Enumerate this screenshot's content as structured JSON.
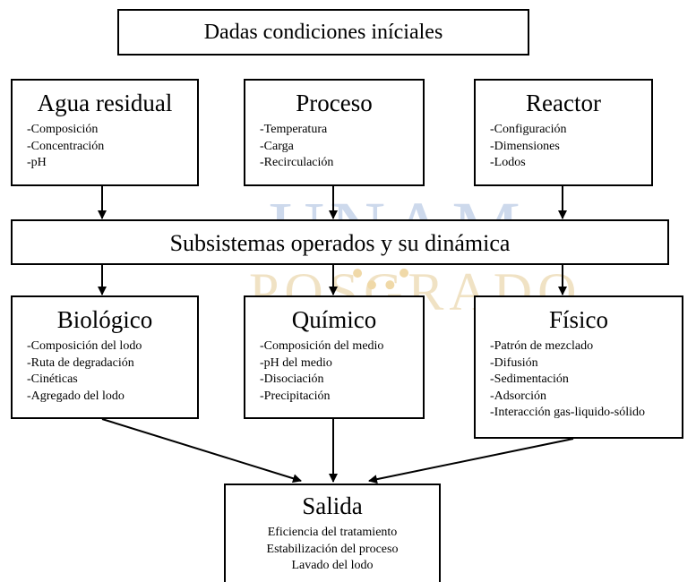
{
  "top_box": {
    "text": "Dadas condiciones iníciales"
  },
  "agua": {
    "title": "Agua residual",
    "items": [
      "-Composición",
      "-Concentración",
      "-pH"
    ]
  },
  "proceso": {
    "title": "Proceso",
    "items": [
      "-Temperatura",
      "-Carga",
      "-Recirculación"
    ]
  },
  "reactor": {
    "title": "Reactor",
    "items": [
      "-Configuración",
      "-Dimensiones",
      "-Lodos"
    ]
  },
  "subsistemas": {
    "text": "Subsistemas operados y su dinámica"
  },
  "biologico": {
    "title": "Biológico",
    "items": [
      "-Composición del lodo",
      "-Ruta de degradación",
      "-Cinéticas",
      "-Agregado del lodo"
    ]
  },
  "quimico": {
    "title": "Químico",
    "items": [
      "-Composición del medio",
      "-pH del medio",
      "-Disociación",
      "-Precipitación"
    ]
  },
  "fisico": {
    "title": "Físico",
    "items": [
      "-Patrón de mezclado",
      "-Difusión",
      "-Sedimentación",
      "-Adsorción",
      "-Interacción gas-liquido-sólido"
    ]
  },
  "salida": {
    "title": "Salida",
    "items": [
      "Eficiencia del tratamiento",
      "Estabilización del proceso",
      "Lavado del lodo"
    ]
  },
  "watermark": {
    "line1": "UNAM",
    "line2": "POSGRADO"
  }
}
